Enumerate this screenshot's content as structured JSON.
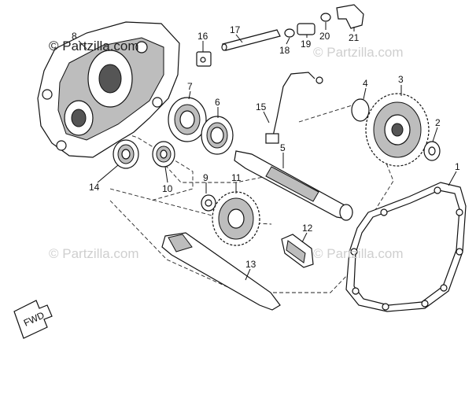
{
  "watermark": {
    "top": "© Partzilla.com",
    "top_right": "© Partzilla.com",
    "mid_left": "© Partzilla.com",
    "mid_right": "© Partzilla.com"
  },
  "callouts": {
    "p1": "1",
    "p2": "2",
    "p3": "3",
    "p4": "4",
    "p5": "5",
    "p6": "6",
    "p7": "7",
    "p8": "8",
    "p9": "9",
    "p10": "10",
    "p11": "11",
    "p12": "12",
    "p13": "13",
    "p14": "14",
    "p15": "15",
    "p16": "16",
    "p17": "17",
    "p18": "18",
    "p19": "19",
    "p20": "20",
    "p21": "21"
  },
  "fwd_marker": "FWD"
}
